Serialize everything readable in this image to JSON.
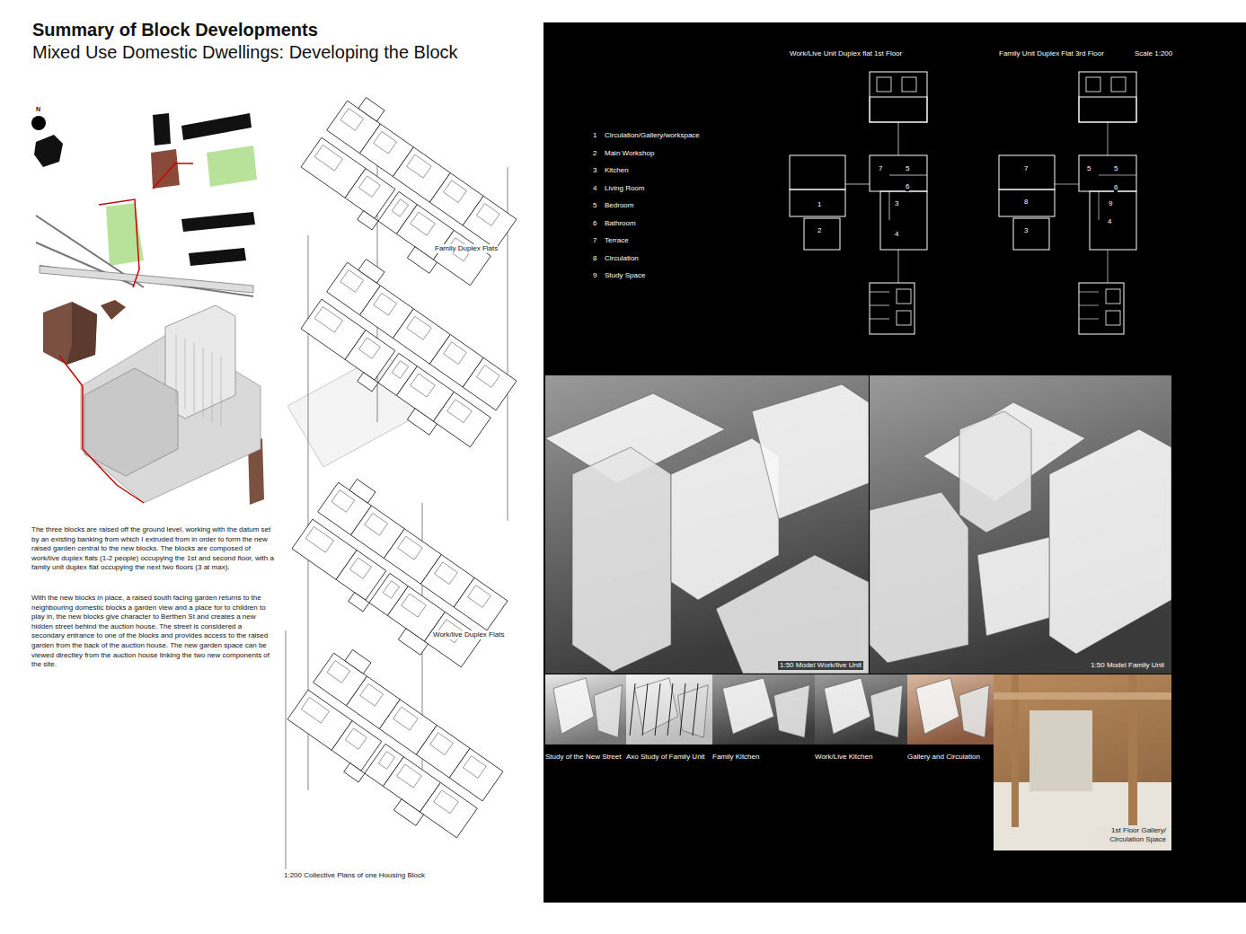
{
  "diagram": {
    "title": "Summary of Block Developments",
    "nodes": [
      {
        "text": [
          "1:50 Model Work/live Unit"
        ]
      },
      {
        "text": [
          "1:50 Model Family Unit"
        ]
      },
      {
        "text": [
          "Study of the New Street"
        ]
      },
      {
        "text": [
          "Axo Study of Family Unit"
        ]
      },
      {
        "text": [
          "Family Kitchen"
        ]
      },
      {
        "text": [
          "Work/Live Kitchen"
        ]
      },
      {
        "text": [
          "Gallery and Circulation"
        ]
      },
      {
        "text": [
          "1st Floor Gallery/ Circulation Space"
        ]
      }
    ],
    "labels": [
      "Mixed Use Domestic Dwellings: Developing the Block",
      "N",
      "Family Duplex Flats",
      "Work/live Duplex Flats",
      "1:200 Collective Plans of one Housing Block",
      "The three blocks are raised off the ground level, working with the datum set by an existing banking from which I extruded from in order to form the new raised garden central to the new blocks. The blocks are composed of work/live duplex flats (1-2 people) occupying the 1st and second floor, with a family unit duplex flat occupying the next two floors (3 at max).",
      "With the new blocks in place, a raised south facing garden returns to the neighbouring domestic blocks a garden view and a place for to children to play in, the new blocks give character to Berthen St and creates a new hidden street behind the auction house. The street is considered a secondary entrance to one of the blocks and provides access to the raised garden from the back of the auction house. The new garden space can be viewed directley from the auction house linking the two new components of the site.",
      "Work/Live Unit Duplex flat 1st Floor",
      "Family Unit Duplex Flat 3rd Floor",
      "Scale 1:200",
      "1",
      "Circulation/Gallery/workspace",
      "2",
      "Main Workshop",
      "3",
      "Kitchen",
      "4",
      "Living Room",
      "5",
      "Bedroom",
      "6",
      "Bathroom",
      "7",
      "Terrace",
      "8",
      "Circulation",
      "9",
      "Study Space",
      "7",
      "5",
      "6",
      "1",
      "3",
      "2",
      "4",
      "7",
      "5",
      "5",
      "6",
      "8",
      "9",
      "3",
      "4"
    ]
  }
}
